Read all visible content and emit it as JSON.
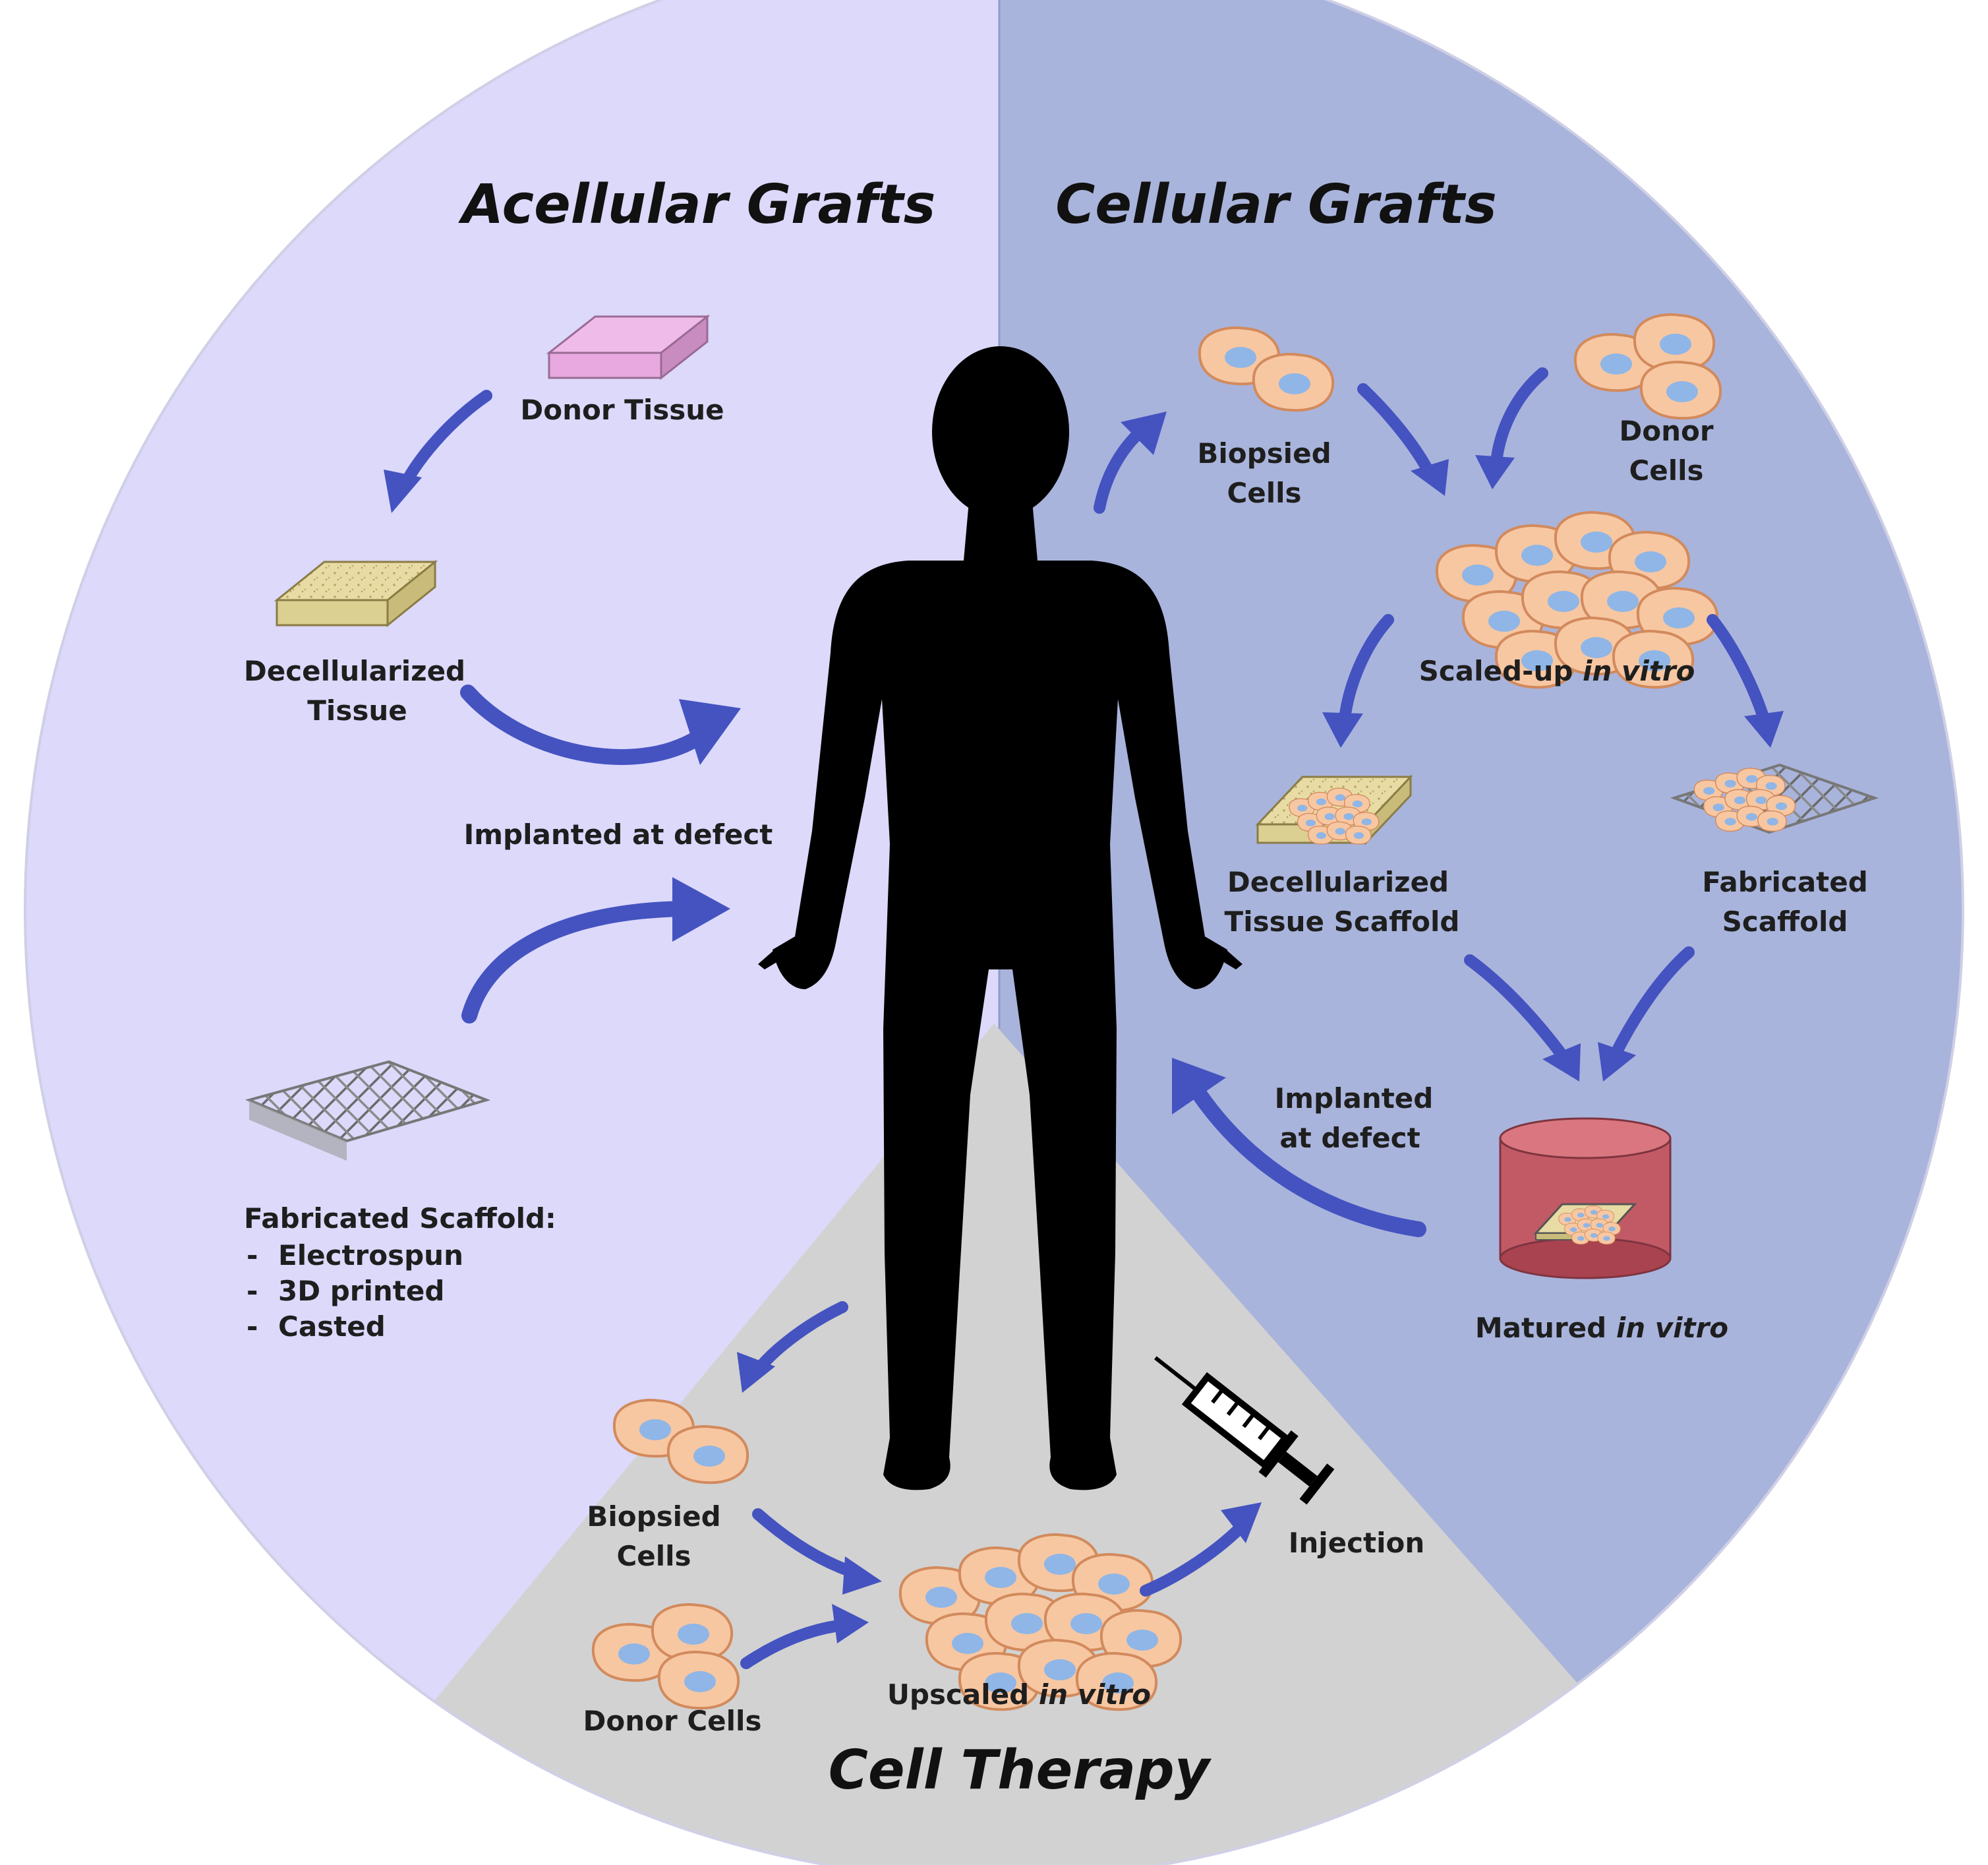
{
  "colors": {
    "acellular_bg": "#dcd9fb",
    "cellular_bg": "#a9b4dc",
    "cell_therapy_bg": "#d2d2d2",
    "arrow": "#4453c0",
    "silhouette": "#000000",
    "cell_fill": "#f7c7a2",
    "cell_stroke": "#d28a5c",
    "nucleus": "#8fb6e6",
    "donor_tissue": "#e8a9e0",
    "decell_tissue": "#e8dca4",
    "bioreactor": "#c25a66"
  },
  "sections": {
    "acellular": {
      "title": "Acellular Grafts",
      "donor_tissue": "Donor Tissue",
      "decell_line1": "Decellularized",
      "decell_line2": "Tissue",
      "implanted": "Implanted at defect",
      "fab_title": "Fabricated Scaffold:",
      "fab_items": [
        "Electrospun",
        "3D printed",
        "Casted"
      ],
      "bullet": "-"
    },
    "cellular": {
      "title": "Cellular Grafts",
      "biopsied_line1": "Biopsied",
      "biopsied_line2": "Cells",
      "donor_line1": "Donor",
      "donor_line2": "Cells",
      "scaled_main": "Scaled-up ",
      "scaled_italic": "in vitro",
      "decell_scaffold_line1": "Decellularized",
      "decell_scaffold_line2": "Tissue Scaffold",
      "fab_scaffold_line1": "Fabricated",
      "fab_scaffold_line2": "Scaffold",
      "implanted_line1": "Implanted",
      "implanted_line2": "at defect",
      "matured_main": "Matured ",
      "matured_italic": "in vitro"
    },
    "cell_therapy": {
      "title": "Cell Therapy",
      "biopsied_line1": "Biopsied",
      "biopsied_line2": "Cells",
      "donor_cells": "Donor Cells",
      "upscaled_main": "Upscaled ",
      "upscaled_italic": "in vitro",
      "injection": "Injection"
    }
  },
  "icons": [
    "human-silhouette-icon",
    "cell-cluster-icon",
    "tissue-slab-icon",
    "mesh-scaffold-icon",
    "bioreactor-icon",
    "syringe-icon",
    "curved-arrow-icon"
  ]
}
